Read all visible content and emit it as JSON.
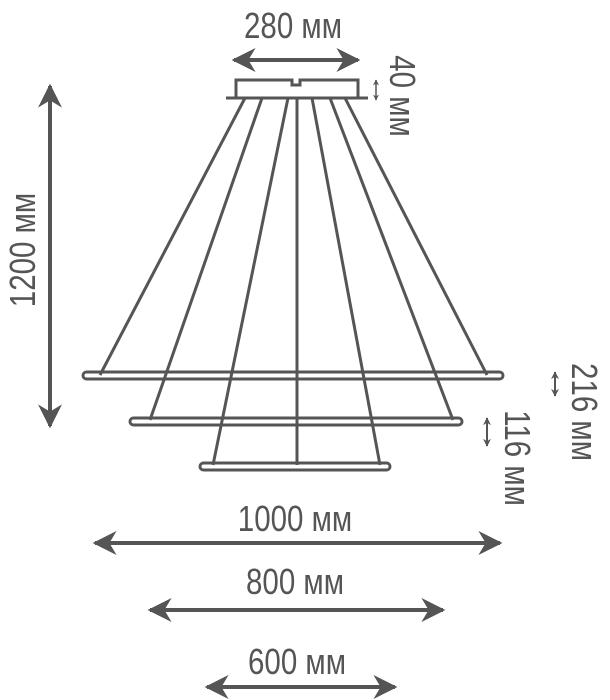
{
  "color": "#555555",
  "dimensions": {
    "canopy_width": "280 мм",
    "canopy_height": "40 мм",
    "total_height": "1200 мм",
    "ring_gap_1": "216 мм",
    "ring_gap_2": "116 мм",
    "ring_large": "1000 мм",
    "ring_medium": "800 мм",
    "ring_small": "600 мм"
  }
}
